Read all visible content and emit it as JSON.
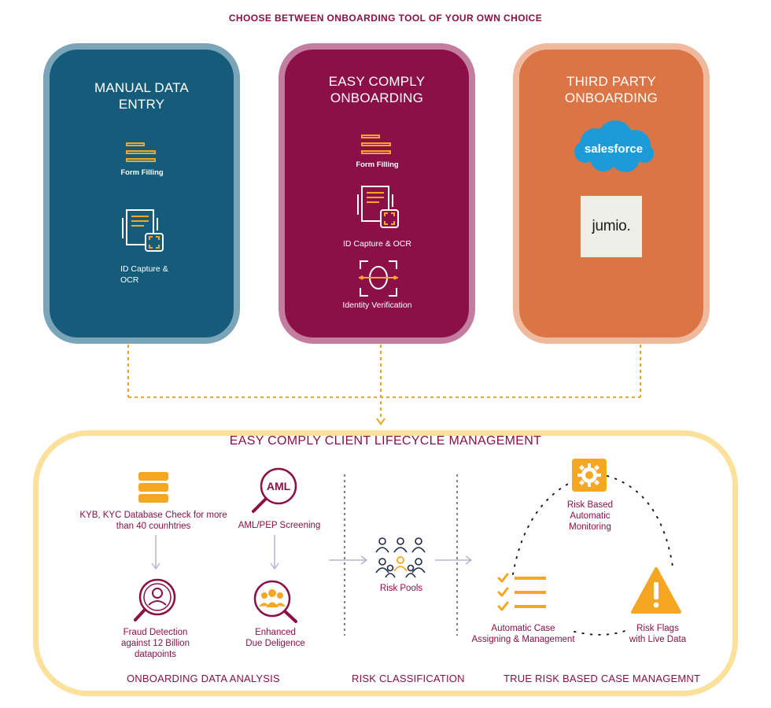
{
  "header": {
    "title": "CHOOSE BETWEEN ONBOARDING TOOL OF YOUR OWN CHOICE"
  },
  "cards": [
    {
      "title_line1": "MANUAL DATA",
      "title_line2": "ENTRY",
      "items": [
        "Form Filling",
        "ID Capture &",
        "OCR"
      ],
      "color": "#155c7a",
      "border": "#7aa4b8"
    },
    {
      "title_line1": "EASY COMPLY",
      "title_line2": "ONBOARDING",
      "items": [
        "Form Filling",
        "ID Capture & OCR",
        "Identity Verification"
      ],
      "color": "#8c1048",
      "border": "#c37e9f"
    },
    {
      "title_line1": "THIRD PARTY",
      "title_line2": "ONBOARDING",
      "logos": [
        "salesforce",
        "jumio."
      ],
      "color": "#dc7546",
      "border": "#efb99e"
    }
  ],
  "lifecycle": {
    "title": "EASY COMPLY CLIENT LIFECYCLE MANAGEMENT",
    "analysis": {
      "kyb_line1": "KYB, KYC Database Check for more",
      "kyb_line2": "than 40 counhtries",
      "aml_badge": "AML",
      "aml_label": "AML/PEP Screening",
      "fraud_line1": "Fraud Detection",
      "fraud_line2": "against 12 Billion",
      "fraud_line3": "datapoints",
      "edd_line1": "Enhanced",
      "edd_line2": "Due Deligence"
    },
    "risk_pools": "Risk Pools",
    "case": {
      "monitor_line1": "Risk Based",
      "monitor_line2": "Automatic",
      "monitor_line3": "Monitoring",
      "assign_line1": "Automatic Case",
      "assign_line2": "Assigning & Management",
      "flags_line1": "Risk Flags",
      "flags_line2": "with Live Data"
    },
    "sections": [
      "ONBOARDING DATA ANALYSIS",
      "RISK CLASSIFICATION",
      "TRUE RISK BASED CASE MANAGEMNT"
    ]
  },
  "colors": {
    "maroon": "#8a1046",
    "orange": "#f5a623",
    "yellow_border": "#fbe19b",
    "arrow": "#b9b3d3"
  }
}
